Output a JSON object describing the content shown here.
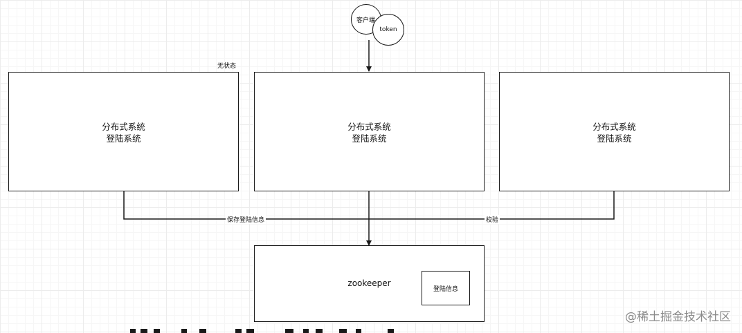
{
  "nodes": {
    "client": {
      "label": "客户端"
    },
    "token": {
      "label": "token"
    },
    "login_box_left": {
      "line1": "分布式系统",
      "line2": "登陆系统",
      "note": "无状态"
    },
    "login_box_middle": {
      "line1": "分布式系统",
      "line2": "登陆系统"
    },
    "login_box_right": {
      "line1": "分布式系统",
      "line2": "登陆系统"
    },
    "zookeeper": {
      "label": "zookeeper",
      "inner_label": "登陆信息"
    }
  },
  "edges": {
    "save_label": "保存登陆信息",
    "verify_label": "校验"
  },
  "watermark": "@稀土掘金技术社区",
  "colors": {
    "line": "#1a1a1a",
    "grid_major": "#ececec",
    "grid_minor": "#f6f6f6",
    "watermark": "#8a8a8a"
  }
}
